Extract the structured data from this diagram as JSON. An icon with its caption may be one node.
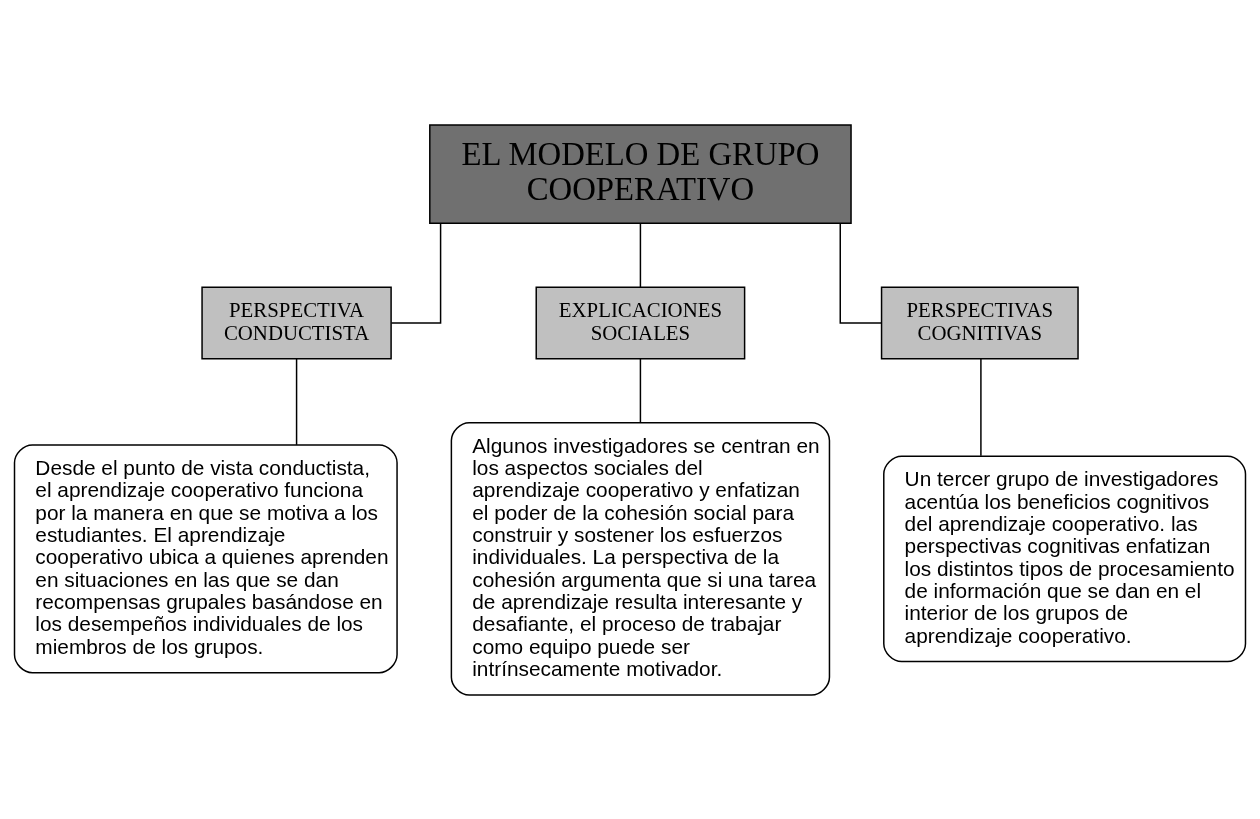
{
  "diagram": {
    "nodes": [
      {
        "text": [
          "EL MODELO DE GRUPO COOPERATIVO"
        ]
      },
      {
        "text": [
          "PERSPECTIVA CONDUCTISTA"
        ]
      },
      {
        "text": [
          "EXPLICACIONES SOCIALES"
        ]
      },
      {
        "text": [
          "PERSPECTIVAS COGNITIVAS"
        ]
      },
      {
        "text": [
          "Desde el punto de vista conductista, el aprendizaje cooperativo funciona por la manera en que se motiva a los estudiantes. El aprendizaje cooperativo ubica a quienes aprenden en situaciones en las que se dan recompensas grupales basándose en los desempeños individuales de los miembros de los grupos."
        ]
      },
      {
        "text": [
          "Algunos investigadores se centran en los aspectos sociales del aprendizaje cooperativo y enfatizan el poder de la cohesión social para construir y sostener los esfuerzos individuales. La perspectiva de la cohesión argumenta que si una tarea de aprendizaje resulta interesante y desafiante, el proceso de trabajar como equipo puede ser intrínsecamente motivador."
        ]
      },
      {
        "text": [
          "Un tercer grupo de investigadores acentúa los beneficios cognitivos del aprendizaje cooperativo. las perspectivas cognitivas enfatizan los distintos tipos de procesamiento de información que se dan en el interior de los grupos de aprendizaje cooperativo."
        ]
      }
    ],
    "edges": [
      {
        "from": 0,
        "to": 1,
        "arrow": "none"
      },
      {
        "from": 0,
        "to": 2,
        "arrow": "none"
      },
      {
        "from": 0,
        "to": 3,
        "arrow": "none"
      },
      {
        "from": 1,
        "to": 4,
        "arrow": "none"
      },
      {
        "from": 2,
        "to": 5,
        "arrow": "none"
      },
      {
        "from": 3,
        "to": 6,
        "arrow": "none"
      }
    ]
  }
}
